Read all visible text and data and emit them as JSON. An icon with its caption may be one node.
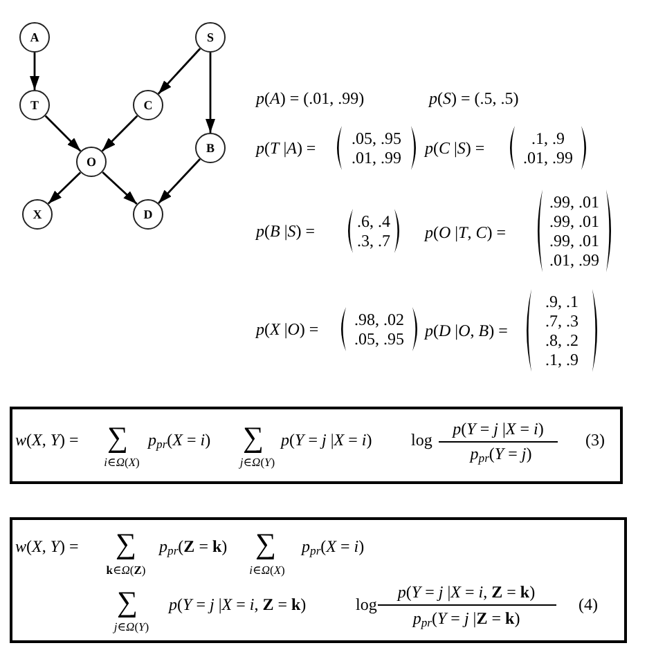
{
  "diagram": {
    "nodes": [
      {
        "text": [
          "A"
        ]
      },
      {
        "text": [
          "S"
        ]
      },
      {
        "text": [
          "T"
        ]
      },
      {
        "text": [
          "C"
        ]
      },
      {
        "text": [
          "O"
        ]
      },
      {
        "text": [
          "B"
        ]
      },
      {
        "text": [
          "X"
        ]
      },
      {
        "text": [
          "D"
        ]
      },
      {
        "text": [
          "*w*(*X*, *Y*) =",
          "∑",
          "*i*∈*Ω*(*X*)",
          "*p*$_{pr}$(*X* = *i*)",
          "∑",
          "*j*∈*Ω*(*Y*)",
          "*p*(*Y* = *j* |*X* = *i*)",
          "log",
          "*p*(*Y* = *j* |*X* = *i*)",
          "*p*$_{pr}$(*Y* = *j*)",
          "(3)"
        ]
      },
      {
        "text": [
          "*w*(*X*, *Y*) =",
          "∑",
          "**k**∈*Ω*(**Z**)",
          "*p*$_{pr}$(**Z** = **k**)",
          "∑",
          "*i*∈*Ω*(*X*)",
          "*p*$_{pr}$(*X* = *i*)",
          "∑",
          "*j*∈*Ω*(*Y*)",
          "*p*(*Y* = *j* |*X* = *i*, **Z** = **k**)",
          "log",
          "*p*(*Y* = *j* |*X* = *i*, **Z** = **k**)",
          "*p*$_{pr}$(*Y* = *j* |**Z** = **k**)",
          "(4)"
        ]
      }
    ],
    "edges": [
      {
        "from": 0,
        "to": 2,
        "arrow": "to"
      },
      {
        "from": 1,
        "to": 3,
        "arrow": "to"
      },
      {
        "from": 1,
        "to": 5,
        "arrow": "to"
      },
      {
        "from": 2,
        "to": 4,
        "arrow": "to"
      },
      {
        "from": 3,
        "to": 4,
        "arrow": "to"
      },
      {
        "from": 5,
        "to": 7,
        "arrow": "to"
      },
      {
        "from": 4,
        "to": 6,
        "arrow": "to"
      },
      {
        "from": 4,
        "to": 7,
        "arrow": "to"
      }
    ],
    "labels": [
      "*p*(*A*) = (.01, .99)",
      "*p*(*S*) = (.5, .5)",
      "*p*(*T* |*A*) =",
      ".05, .95",
      ".01, .99",
      "*p*(*C* |*S*) =",
      ".1, .9",
      ".01, .99",
      "*p*(*B* |*S*) =",
      ".6, .4",
      ".3, .7",
      "*p*(*O* |*T*, *C*) =",
      ".99, .01",
      ".99, .01",
      ".99, .01",
      ".01, .99",
      "*p*(*X* |*O*) =",
      ".98, .02",
      ".05, .95",
      "*p*(*D* |*O*, *B*) =",
      ".9, .1",
      ".7, .3",
      ".8, .2",
      ".1, .9"
    ]
  }
}
